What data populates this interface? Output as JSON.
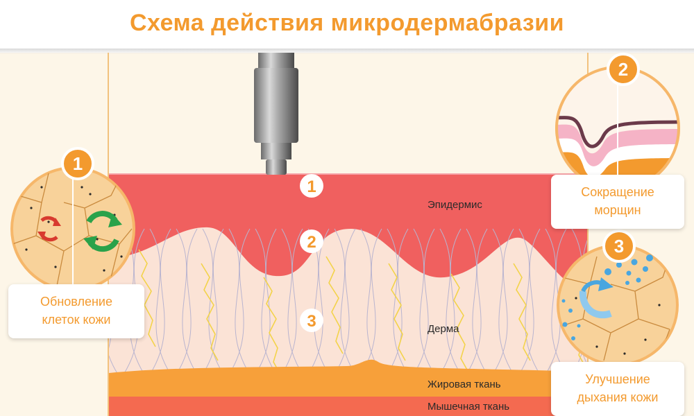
{
  "title": "Схема действия микродермабразии",
  "layers": {
    "epidermis": "Эпидермис",
    "dermis": "Дерма",
    "fat": "Жировая ткань",
    "muscle": "Мышечная ткань"
  },
  "markers": [
    "1",
    "2",
    "3"
  ],
  "callouts": [
    {
      "number": "1",
      "line1": "Обновление",
      "line2": "клеток кожи"
    },
    {
      "number": "2",
      "line1": "Сокращение",
      "line2": "морщин"
    },
    {
      "number": "3",
      "line1": "Улучшение",
      "line2": "дыхания кожи"
    }
  ],
  "colors": {
    "accent": "#f39a2e",
    "epidermis_top": "#f7a3a8",
    "epidermis": "#f0605f",
    "dermis": "#fbe3d6",
    "fat": "#f7a03a",
    "muscle": "#f46a50",
    "arrow_red": "#d83a2e",
    "arrow_green": "#2aa24a",
    "air_blue": "#49a6e0"
  }
}
